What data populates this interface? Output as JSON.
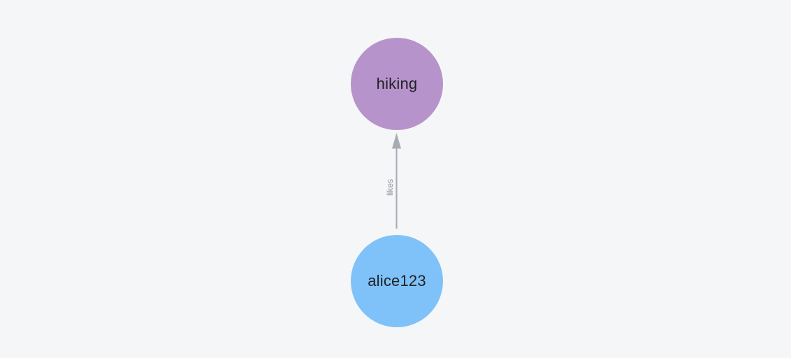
{
  "graph": {
    "background": "#f5f6f7",
    "nodes": [
      {
        "id": "hiking",
        "label": "hiking",
        "color": "#b793cb",
        "text_color": "#202228"
      },
      {
        "id": "alice123",
        "label": "alice123",
        "color": "#7ec2f9",
        "text_color": "#202228"
      }
    ],
    "edges": [
      {
        "source": "alice123",
        "target": "hiking",
        "label": "likes",
        "line_color": "#a8abb3",
        "label_color": "#8f929a"
      }
    ]
  }
}
